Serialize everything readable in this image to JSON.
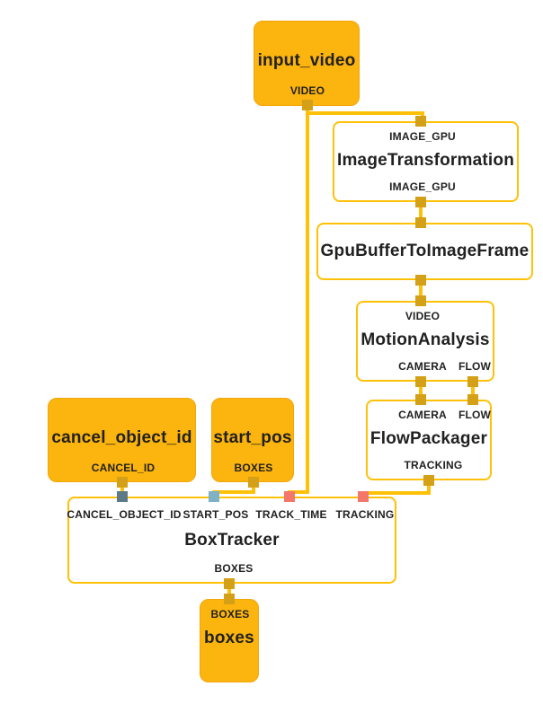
{
  "diagram": {
    "type": "node-graph",
    "colors": {
      "node_fill_orange": "#FCB40E",
      "node_border_gold": "#FFC107",
      "edge_gold": "#FFC107",
      "port_gold": "#D4A017",
      "port_slate": "#5E7A87",
      "port_blue": "#7FB2C4",
      "port_salmon": "#F3786B",
      "text": "#212121",
      "background": "#FFFFFF"
    },
    "nodes": {
      "input_video": {
        "title": "input_video",
        "output_label": "VIDEO"
      },
      "image_transformation": {
        "title": "ImageTransformation",
        "input_label": "IMAGE_GPU",
        "output_label": "IMAGE_GPU"
      },
      "gpu_buffer_to_image_frame": {
        "title": "GpuBufferToImageFrame"
      },
      "motion_analysis": {
        "title": "MotionAnalysis",
        "input_label": "VIDEO",
        "output_labels": [
          "CAMERA",
          "FLOW"
        ]
      },
      "flow_packager": {
        "title": "FlowPackager",
        "input_labels": [
          "CAMERA",
          "FLOW"
        ],
        "output_label": "TRACKING"
      },
      "cancel_object_id": {
        "title": "cancel_object_id",
        "output_label": "CANCEL_ID"
      },
      "start_pos": {
        "title": "start_pos",
        "output_label": "BOXES"
      },
      "box_tracker": {
        "title": "BoxTracker",
        "input_labels": [
          "CANCEL_OBJECT_ID",
          "START_POS",
          "TRACK_TIME",
          "TRACKING"
        ],
        "output_label": "BOXES"
      },
      "boxes": {
        "title": "boxes",
        "input_label": "BOXES"
      }
    },
    "edges": [
      {
        "from": "input_video.VIDEO",
        "to": "ImageTransformation.IMAGE_GPU"
      },
      {
        "from": "input_video.VIDEO",
        "to": "BoxTracker.TRACK_TIME"
      },
      {
        "from": "ImageTransformation.IMAGE_GPU",
        "to": "GpuBufferToImageFrame"
      },
      {
        "from": "GpuBufferToImageFrame",
        "to": "MotionAnalysis.VIDEO"
      },
      {
        "from": "MotionAnalysis.CAMERA",
        "to": "FlowPackager.CAMERA"
      },
      {
        "from": "MotionAnalysis.FLOW",
        "to": "FlowPackager.FLOW"
      },
      {
        "from": "FlowPackager.TRACKING",
        "to": "BoxTracker.TRACKING"
      },
      {
        "from": "cancel_object_id.CANCEL_ID",
        "to": "BoxTracker.CANCEL_OBJECT_ID"
      },
      {
        "from": "start_pos.BOXES",
        "to": "BoxTracker.START_POS"
      },
      {
        "from": "BoxTracker.BOXES",
        "to": "boxes.BOXES"
      }
    ]
  }
}
